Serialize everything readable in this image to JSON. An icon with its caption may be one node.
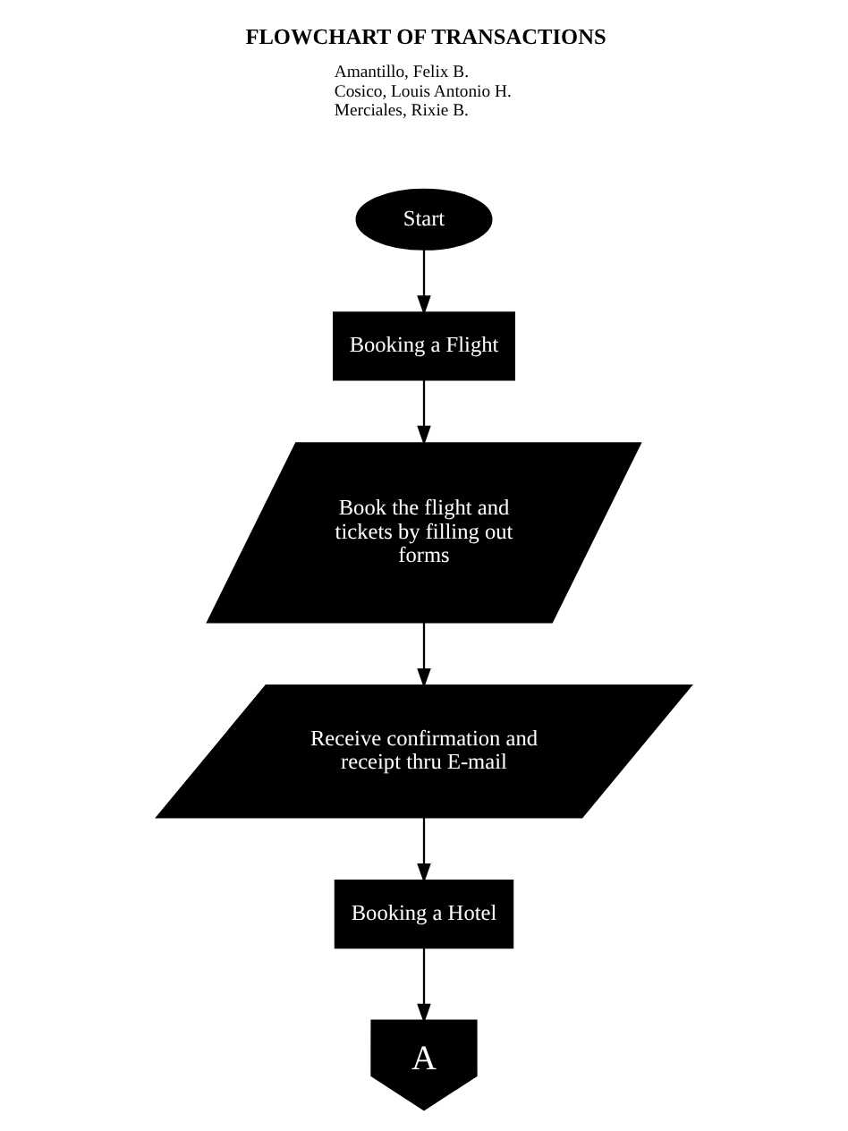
{
  "diagram": {
    "title": "FLOWCHART OF TRANSACTIONS",
    "nodes": [
      {
        "text": [
          "Start"
        ]
      },
      {
        "text": [
          "Booking a Flight"
        ]
      },
      {
        "text": [
          "Book the flight and tickets by filling out forms"
        ]
      },
      {
        "text": [
          "Receive confirmation and receipt thru E-mail"
        ]
      },
      {
        "text": [
          "Booking a Hotel"
        ]
      },
      {
        "text": [
          "A"
        ]
      }
    ],
    "edges": [
      {
        "from": 0,
        "to": 1,
        "arrow": "to"
      },
      {
        "from": 1,
        "to": 2,
        "arrow": "to"
      },
      {
        "from": 2,
        "to": 3,
        "arrow": "to"
      },
      {
        "from": 3,
        "to": 4,
        "arrow": "to"
      },
      {
        "from": 4,
        "to": 5,
        "arrow": "to"
      }
    ],
    "labels": [
      "Amantillo, Felix B.",
      "Cosico, Louis Antonio H.",
      "Merciales, Rixie B."
    ]
  }
}
